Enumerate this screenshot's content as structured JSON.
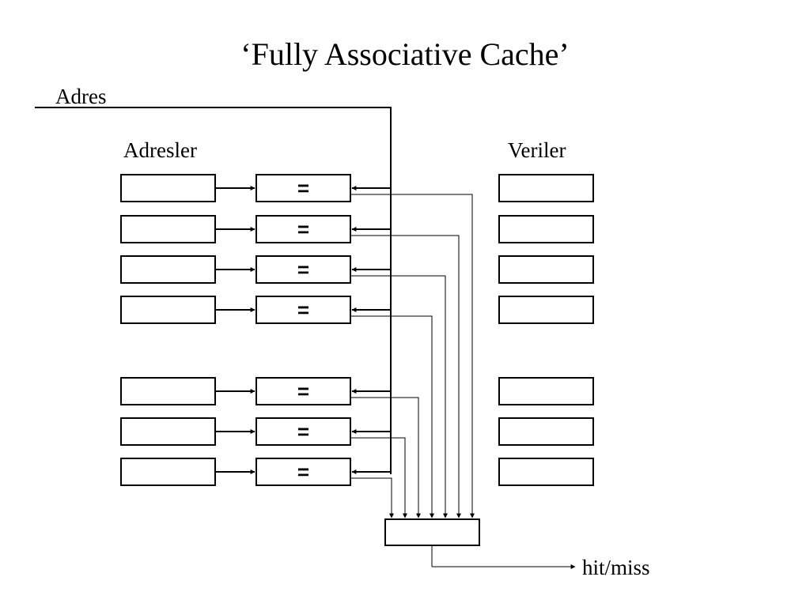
{
  "title": "‘Fully Associative Cache’",
  "labels": {
    "address_input": "Adres",
    "addresses_column": "Adresler",
    "data_column": "Veriler",
    "output": "hit/miss"
  },
  "comparator_symbol": "=",
  "row_count": 7
}
